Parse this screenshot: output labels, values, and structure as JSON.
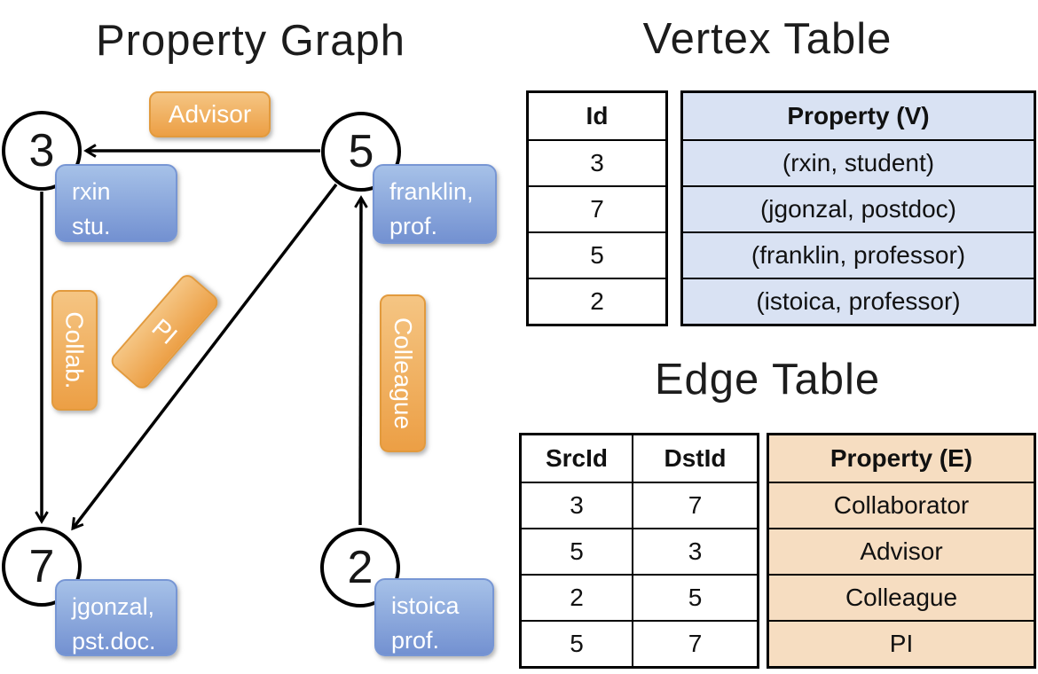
{
  "graph": {
    "title": "Property Graph",
    "nodes": [
      {
        "id": "3",
        "line1": "rxin",
        "line2": "stu."
      },
      {
        "id": "5",
        "line1": "franklin,",
        "line2": "prof."
      },
      {
        "id": "7",
        "line1": "jgonzal,",
        "line2": "pst.doc."
      },
      {
        "id": "2",
        "line1": "istoica",
        "line2": "prof."
      }
    ],
    "edges": [
      {
        "src": "5",
        "dst": "3",
        "label": "Advisor"
      },
      {
        "src": "3",
        "dst": "7",
        "label": "Collab."
      },
      {
        "src": "5",
        "dst": "7",
        "label": "PI"
      },
      {
        "src": "2",
        "dst": "5",
        "label": "Colleague"
      }
    ]
  },
  "vertex_table": {
    "title": "Vertex Table",
    "col_id": "Id",
    "col_property": "Property (V)",
    "rows": [
      {
        "id": "3",
        "property": "(rxin, student)"
      },
      {
        "id": "7",
        "property": "(jgonzal, postdoc)"
      },
      {
        "id": "5",
        "property": "(franklin, professor)"
      },
      {
        "id": "2",
        "property": "(istoica, professor)"
      }
    ]
  },
  "edge_table": {
    "title": "Edge Table",
    "col_src": "SrcId",
    "col_dst": "DstId",
    "col_property": "Property (E)",
    "rows": [
      {
        "src": "3",
        "dst": "7",
        "property": "Collaborator"
      },
      {
        "src": "5",
        "dst": "3",
        "property": "Advisor"
      },
      {
        "src": "2",
        "dst": "5",
        "property": "Colleague"
      },
      {
        "src": "5",
        "dst": "7",
        "property": "PI"
      }
    ]
  },
  "colors": {
    "vertex_property_bg": "#d9e2f3",
    "edge_property_bg": "#f6ddc1",
    "node_label_blue_top": "#a6c1e8",
    "node_label_blue_bottom": "#7391d1",
    "edge_label_orange_top": "#f5c583",
    "edge_label_orange_bottom": "#ec9f45",
    "line_color": "#000000"
  }
}
